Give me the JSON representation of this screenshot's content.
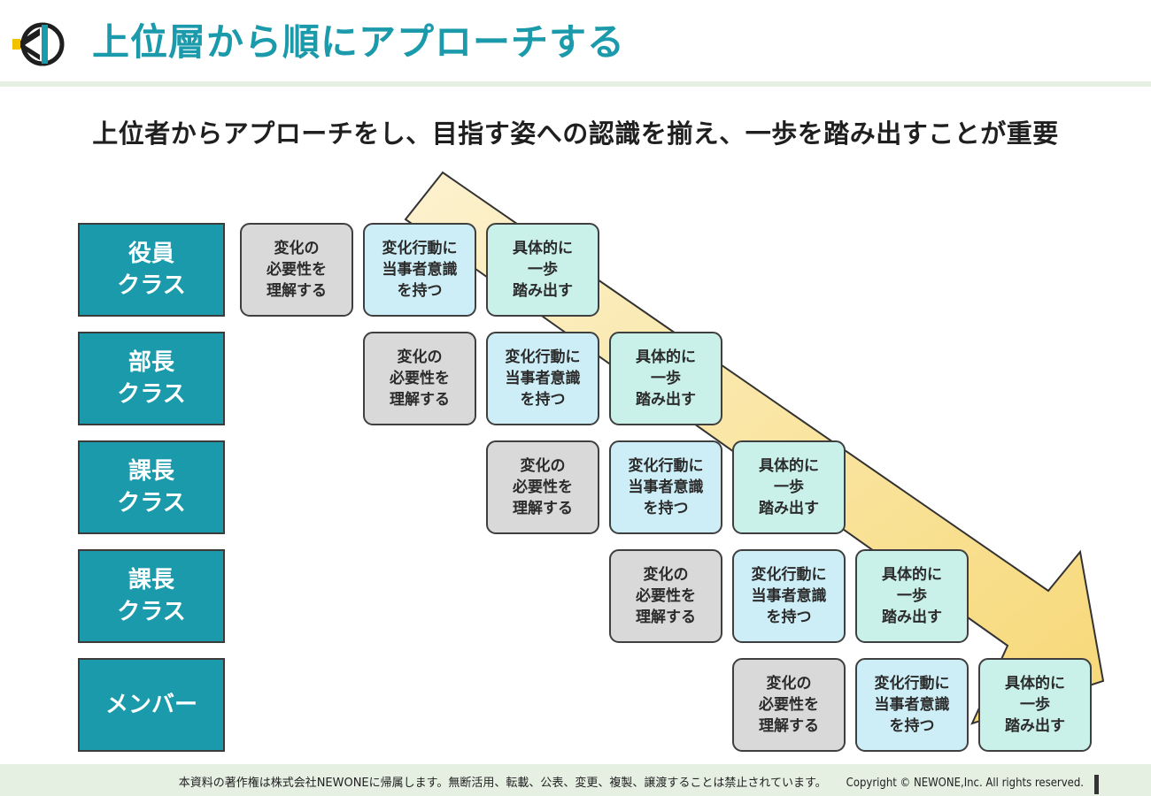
{
  "header": {
    "title": "上位層から順にアプローチする"
  },
  "subtitle": "上位者からアプローチをし、目指す姿への認識を揃え、一歩を踏み出すことが重要",
  "colors": {
    "teal": "#1a9aaa",
    "gray_box": "#d9d9d9",
    "blue_box": "#cdeef6",
    "green_box": "#c9f1e9",
    "arrow_light": "#fbefc3",
    "arrow_dark": "#f7d877",
    "band": "#e5efe2"
  },
  "levels": [
    {
      "line1": "役員",
      "line2": "クラス"
    },
    {
      "line1": "部長",
      "line2": "クラス"
    },
    {
      "line1": "課長",
      "line2": "クラス"
    },
    {
      "line1": "課長",
      "line2": "クラス"
    },
    {
      "line1": "メンバー",
      "line2": ""
    }
  ],
  "steps": [
    {
      "line1": "変化の",
      "line2": "必要性を",
      "line3": "理解する"
    },
    {
      "line1": "変化行動に",
      "line2": "当事者意識",
      "line3": "を持つ"
    },
    {
      "line1": "具体的に",
      "line2": "一歩",
      "line3": "踏み出す"
    }
  ],
  "footer": {
    "notice": "本資料の著作権は株式会社NEWONEに帰属します。無断活用、転載、公表、変更、複製、譲渡することは禁止されています。",
    "copyright": "Copyright © NEWONE,Inc.  All rights reserved."
  }
}
